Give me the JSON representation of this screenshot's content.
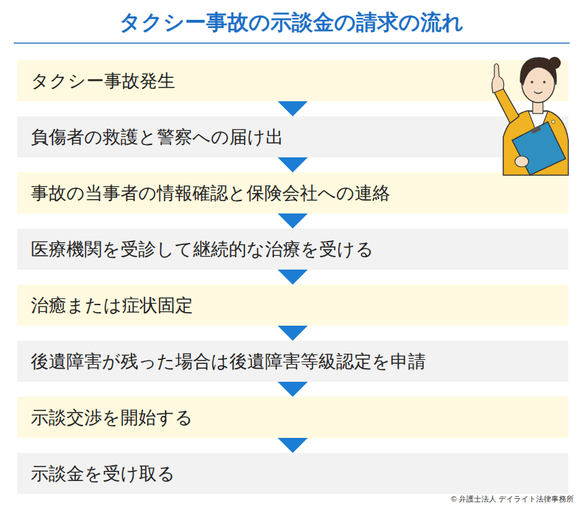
{
  "diagram": {
    "title": "タクシー事故の示談金の請求の流れ",
    "nodes": [
      {
        "text": [
          "タクシー事故発生"
        ]
      },
      {
        "text": [
          "負傷者の救護と警察への届け出"
        ]
      },
      {
        "text": [
          "事故の当事者の情報確認と保険会社への連絡"
        ]
      },
      {
        "text": [
          "医療機関を受診して継続的な治療を受ける"
        ]
      },
      {
        "text": [
          "治癒または症状固定"
        ]
      },
      {
        "text": [
          "後遺障害が残った場合は後遺障害等級認定を申請"
        ]
      },
      {
        "text": [
          "示談交渉を開始する"
        ]
      },
      {
        "text": [
          "示談金を受け取る"
        ]
      }
    ],
    "edges": [
      {
        "from": 0,
        "to": 1,
        "arrow": "to"
      },
      {
        "from": 1,
        "to": 2,
        "arrow": "to"
      },
      {
        "from": 2,
        "to": 3,
        "arrow": "to"
      },
      {
        "from": 3,
        "to": 4,
        "arrow": "to"
      },
      {
        "from": 4,
        "to": 5,
        "arrow": "to"
      },
      {
        "from": 5,
        "to": 6,
        "arrow": "to"
      },
      {
        "from": 6,
        "to": 7,
        "arrow": "to"
      }
    ],
    "labels": [
      "© 弁護士法人 デイライト法律事務所"
    ]
  }
}
